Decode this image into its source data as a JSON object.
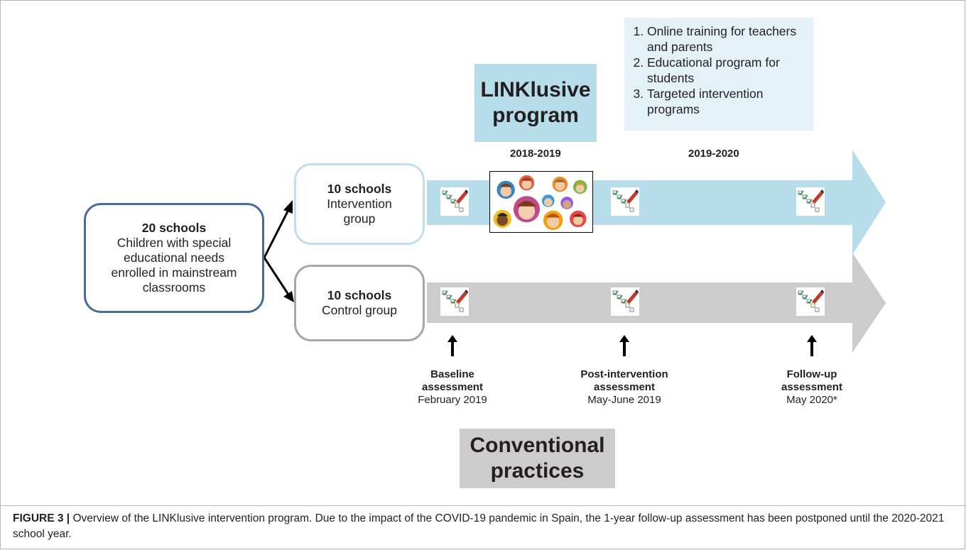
{
  "program": {
    "title_line1": "LINKlusive",
    "title_line2": "program"
  },
  "components": [
    "Online training for teachers and parents",
    "Educational program for students",
    "Targeted intervention programs"
  ],
  "years": {
    "y1": "2018-2019",
    "y2": "2019-2020"
  },
  "main_box": {
    "title": "20 schools",
    "line1": "Children with special",
    "line2": "educational needs",
    "line3": "enrolled in mainstream",
    "line4": "classrooms"
  },
  "intervention_box": {
    "title": "10 schools",
    "line1": "Intervention",
    "line2": "group"
  },
  "control_box": {
    "title": "10 schools",
    "line1": "Control group"
  },
  "assessments": [
    {
      "title1": "Baseline",
      "title2": "assessment",
      "date": "February 2019"
    },
    {
      "title1": "Post-intervention",
      "title2": "assessment",
      "date": "May-June 2019"
    },
    {
      "title1": "Follow-up",
      "title2": "assessment",
      "date": "May 2020*"
    }
  ],
  "conventional": {
    "line1": "Conventional",
    "line2": "practices"
  },
  "caption": {
    "label": "FIGURE 3 |",
    "text": " Overview of the LINKlusive intervention program. Due to the impact of the COVID-19 pandemic in Spain, the 1-year follow-up assessment has been postponed until the 2020-2021 school year."
  },
  "colors": {
    "intervention_arrow": "#b6dde9",
    "control_arrow": "#cccccc",
    "main_box_border": "#4a6b98",
    "intervention_box_border": "#bfe0eb",
    "control_box_border": "#a6a6a6",
    "components_bg": "#e4f1f7"
  },
  "icons": {
    "checklist": "checklist-pencil-icon",
    "children": "children-faces-illustration"
  }
}
